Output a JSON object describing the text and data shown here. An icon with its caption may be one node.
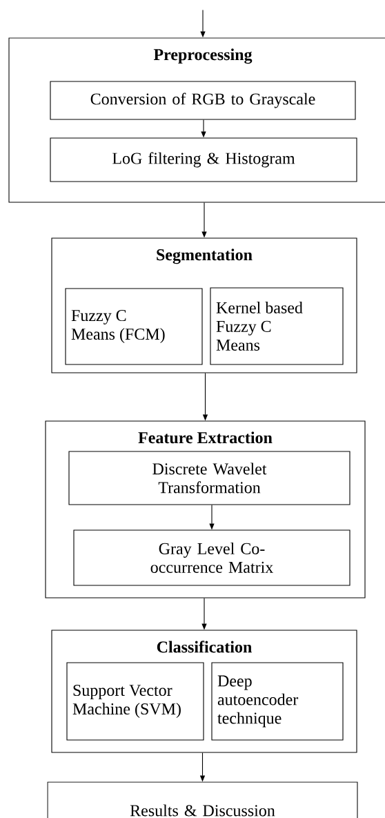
{
  "diagram": {
    "nodes": [
      {
        "text": [
          "Preprocessing"
        ]
      },
      {
        "text": [
          "Conversion of RGB to Grayscale"
        ],
        "in": 0
      },
      {
        "text": [
          "LoG filtering & Histogram"
        ],
        "in": 0
      },
      {
        "text": [
          "Segmentation"
        ]
      },
      {
        "text": [
          "Fuzzy C Means (FCM)"
        ],
        "in": 3
      },
      {
        "text": [
          "Kernel based Fuzzy C Means"
        ],
        "in": 3
      },
      {
        "text": [
          "Feature Extraction"
        ]
      },
      {
        "text": [
          "Discrete Wavelet Transformation"
        ],
        "in": 6
      },
      {
        "text": [
          "Gray Level Co-occurrence Matrix"
        ],
        "in": 6
      },
      {
        "text": [
          "Classification"
        ]
      },
      {
        "text": [
          "Support Vector Machine (SVM)"
        ],
        "in": 9
      },
      {
        "text": [
          "Deep autoencoder technique"
        ],
        "in": 9
      },
      {
        "text": [
          "Results & Discussion"
        ]
      }
    ],
    "edges": [
      {
        "from": null,
        "to": 0,
        "arrow": "to"
      },
      {
        "from": 1,
        "to": 2,
        "arrow": "to"
      },
      {
        "from": 0,
        "to": 3,
        "arrow": "to"
      },
      {
        "from": 3,
        "to": 6,
        "arrow": "to"
      },
      {
        "from": 7,
        "to": 8,
        "arrow": "to"
      },
      {
        "from": 6,
        "to": 9,
        "arrow": "to"
      },
      {
        "from": 9,
        "to": 12,
        "arrow": "to"
      }
    ]
  }
}
